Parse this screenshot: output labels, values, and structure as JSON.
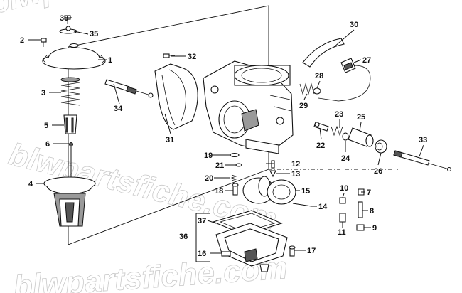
{
  "watermark": {
    "text": "blwpartsfiche.com"
  },
  "callouts": {
    "c1": "1",
    "c2": "2",
    "c3": "3",
    "c4": "4",
    "c5": "5",
    "c6": "6",
    "c7": "7",
    "c8": "8",
    "c9": "9",
    "c10": "10",
    "c11": "11",
    "c12": "12",
    "c13": "13",
    "c14": "14",
    "c15": "15",
    "c16": "16",
    "c17": "17",
    "c18": "18",
    "c19": "19",
    "c20": "20",
    "c21": "21",
    "c22": "22",
    "c23": "23",
    "c24": "24",
    "c25": "25",
    "c26": "26",
    "c27": "27",
    "c28": "28",
    "c29": "29",
    "c30": "30",
    "c31": "31",
    "c32": "32",
    "c33": "33",
    "c34": "34",
    "c35": "35",
    "c36": "36",
    "c37": "37",
    "c38": "38"
  }
}
